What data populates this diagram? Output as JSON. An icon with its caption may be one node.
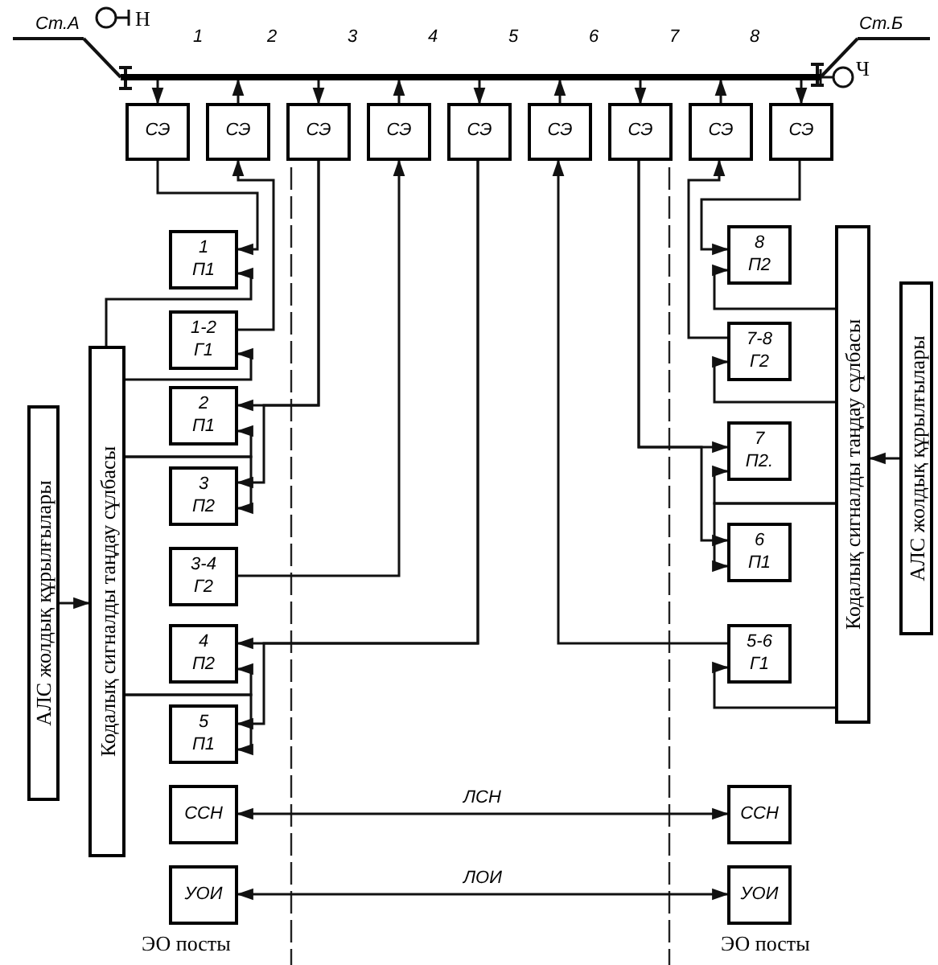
{
  "diagram": {
    "nodes": [
      {
        "text": [
          "СЭ"
        ]
      },
      {
        "text": [
          "СЭ"
        ]
      },
      {
        "text": [
          "СЭ"
        ]
      },
      {
        "text": [
          "СЭ"
        ]
      },
      {
        "text": [
          "СЭ"
        ]
      },
      {
        "text": [
          "СЭ"
        ]
      },
      {
        "text": [
          "СЭ"
        ]
      },
      {
        "text": [
          "СЭ"
        ]
      },
      {
        "text": [
          "СЭ"
        ]
      },
      {
        "text": [
          "1",
          "П1"
        ]
      },
      {
        "text": [
          "1-2",
          "Г1"
        ]
      },
      {
        "text": [
          "2",
          "П1"
        ]
      },
      {
        "text": [
          "3",
          "П2"
        ]
      },
      {
        "text": [
          "3-4",
          "Г2"
        ]
      },
      {
        "text": [
          "4",
          "П2"
        ]
      },
      {
        "text": [
          "5",
          "П1"
        ]
      },
      {
        "text": [
          "ССН"
        ]
      },
      {
        "text": [
          "УОИ"
        ]
      },
      {
        "text": [
          "8",
          "П2"
        ]
      },
      {
        "text": [
          "7-8",
          "Г2"
        ]
      },
      {
        "text": [
          "7",
          "П2."
        ]
      },
      {
        "text": [
          "6",
          "П1"
        ]
      },
      {
        "text": [
          "5-6",
          "Г1"
        ]
      },
      {
        "text": [
          "ССН"
        ]
      },
      {
        "text": [
          "УОИ"
        ]
      },
      {
        "text": [
          "Кодалық сигналды таңдау сұлбасы"
        ]
      },
      {
        "text": [
          "АЛС жолдық құрылғылары"
        ]
      },
      {
        "text": [
          "Кодалық сигналды таңдау сұлбасы"
        ]
      },
      {
        "text": [
          "АЛС жолдық құрылғылары"
        ]
      },
      {
        "text": [],
        "shape": "bar"
      }
    ],
    "edges": [
      {
        "from": 29,
        "to": 0,
        "arrow": "to"
      },
      {
        "from": 1,
        "to": 29,
        "arrow": "to"
      },
      {
        "from": 29,
        "to": 2,
        "arrow": "to"
      },
      {
        "from": 3,
        "to": 29,
        "arrow": "to"
      },
      {
        "from": 29,
        "to": 4,
        "arrow": "to"
      },
      {
        "from": 5,
        "to": 29,
        "arrow": "to"
      },
      {
        "from": 29,
        "to": 6,
        "arrow": "to"
      },
      {
        "from": 7,
        "to": 29,
        "arrow": "to"
      },
      {
        "from": 29,
        "to": 8,
        "arrow": "to"
      },
      {
        "from": 0,
        "to": 9,
        "arrow": "to"
      },
      {
        "from": 10,
        "to": 1,
        "arrow": "to"
      },
      {
        "from": 2,
        "to": 11,
        "arrow": "to"
      },
      {
        "from": 2,
        "to": 12,
        "arrow": "to"
      },
      {
        "from": 13,
        "to": 3,
        "arrow": "to"
      },
      {
        "from": 4,
        "to": 14,
        "arrow": "to"
      },
      {
        "from": 4,
        "to": 15,
        "arrow": "to"
      },
      {
        "from": 25,
        "to": 9,
        "arrow": "to"
      },
      {
        "from": 25,
        "to": 10,
        "arrow": "to"
      },
      {
        "from": 25,
        "to": 11,
        "arrow": "to"
      },
      {
        "from": 25,
        "to": 12,
        "arrow": "to"
      },
      {
        "from": 25,
        "to": 14,
        "arrow": "to"
      },
      {
        "from": 25,
        "to": 15,
        "arrow": "to"
      },
      {
        "from": 26,
        "to": 25,
        "arrow": "to"
      },
      {
        "from": 8,
        "to": 18,
        "arrow": "to"
      },
      {
        "from": 19,
        "to": 7,
        "arrow": "to"
      },
      {
        "from": 6,
        "to": 20,
        "arrow": "to"
      },
      {
        "from": 6,
        "to": 21,
        "arrow": "to"
      },
      {
        "from": 22,
        "to": 5,
        "arrow": "to"
      },
      {
        "from": 27,
        "to": 18,
        "arrow": "to"
      },
      {
        "from": 27,
        "to": 19,
        "arrow": "to"
      },
      {
        "from": 27,
        "to": 20,
        "arrow": "to"
      },
      {
        "from": 27,
        "to": 21,
        "arrow": "to"
      },
      {
        "from": 27,
        "to": 22,
        "arrow": "to"
      },
      {
        "from": 28,
        "to": 27,
        "arrow": "to"
      },
      {
        "from": 16,
        "to": 23,
        "arrow": "both",
        "label": "ЛСН"
      },
      {
        "from": 17,
        "to": 24,
        "arrow": "both",
        "label": "ЛОИ"
      }
    ],
    "labels": [
      "Ст.А",
      "Н",
      "1",
      "2",
      "3",
      "4",
      "5",
      "6",
      "7",
      "8",
      "Ст.Б",
      "Ч",
      "ЭО посты",
      "ЭО посты"
    ]
  }
}
